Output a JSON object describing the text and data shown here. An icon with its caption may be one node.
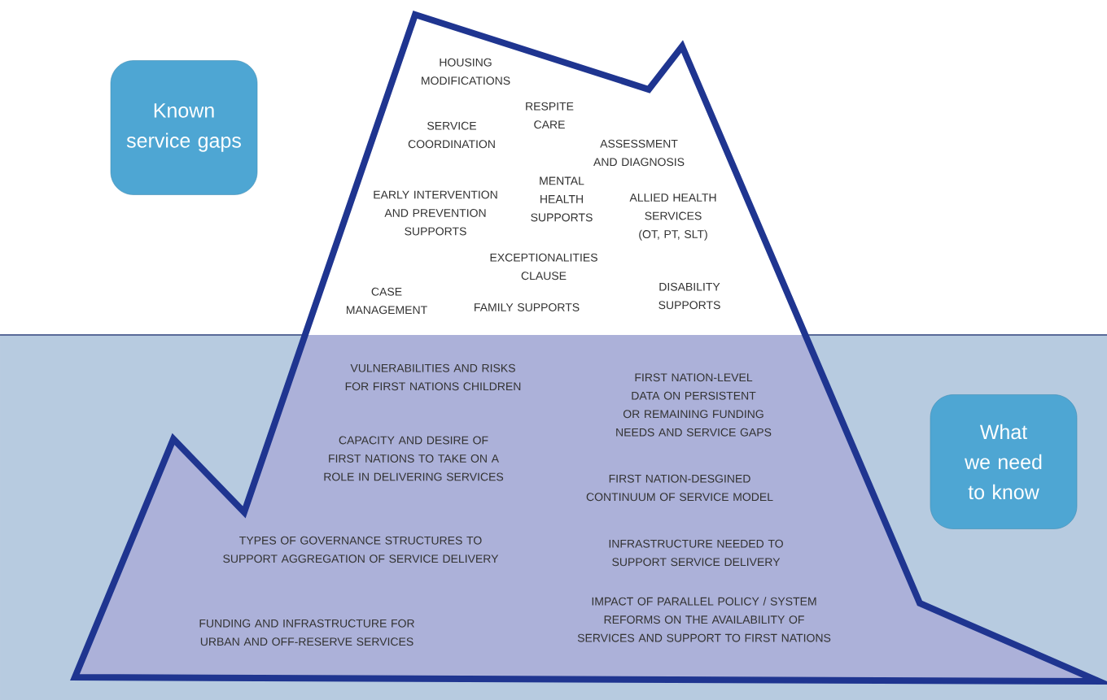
{
  "diagram": {
    "nodes": [
      {
        "text": [
          "Known service gaps"
        ]
      },
      {
        "text": [
          "What we need to know"
        ]
      }
    ],
    "edges": [],
    "labels": [
      "HOUSING MODIFICATIONS",
      "RESPITE CARE",
      "SERVICE COORDINATION",
      "ASSESSMENT AND DIAGNOSIS",
      "EARLY INTERVENTION AND PREVENTION SUPPORTS",
      "MENTAL HEALTH SUPPORTS",
      "ALLIED HEALTH SERVICES (OT, PT, SLT)",
      "EXCEPTIONALITIES CLAUSE",
      "CASE MANAGEMENT",
      "FAMILY SUPPORTS",
      "DISABILITY SUPPORTS",
      "VULNERABILITIES AND RISKS FOR FIRST NATIONS CHILDREN",
      "FIRST NATION-LEVEL DATA ON PERSISTENT OR REMAINING FUNDING NEEDS AND SERVICE GAPS",
      "CAPACITY AND DESIRE OF FIRST NATIONS TO TAKE ON A ROLE IN DELIVERING SERVICES",
      "FIRST NATION-DESGINED CONTINUUM OF SERVICE MODEL",
      "TYPES OF GOVERNANCE STRUCTURES TO SUPPORT AGGREGATION OF SERVICE DELIVERY",
      "INFRASTRUCTURE NEEDED TO SUPPORT SERVICE DELIVERY",
      "IMPACT OF PARALLEL POLICY / SYSTEM REFORMS ON THE AVAILABILITY OF SERVICES AND SUPPORT TO FIRST NATIONS",
      "FUNDING AND INFRASTRUCTURE FOR URBAN AND OFF-RESERVE SERVICES"
    ]
  }
}
